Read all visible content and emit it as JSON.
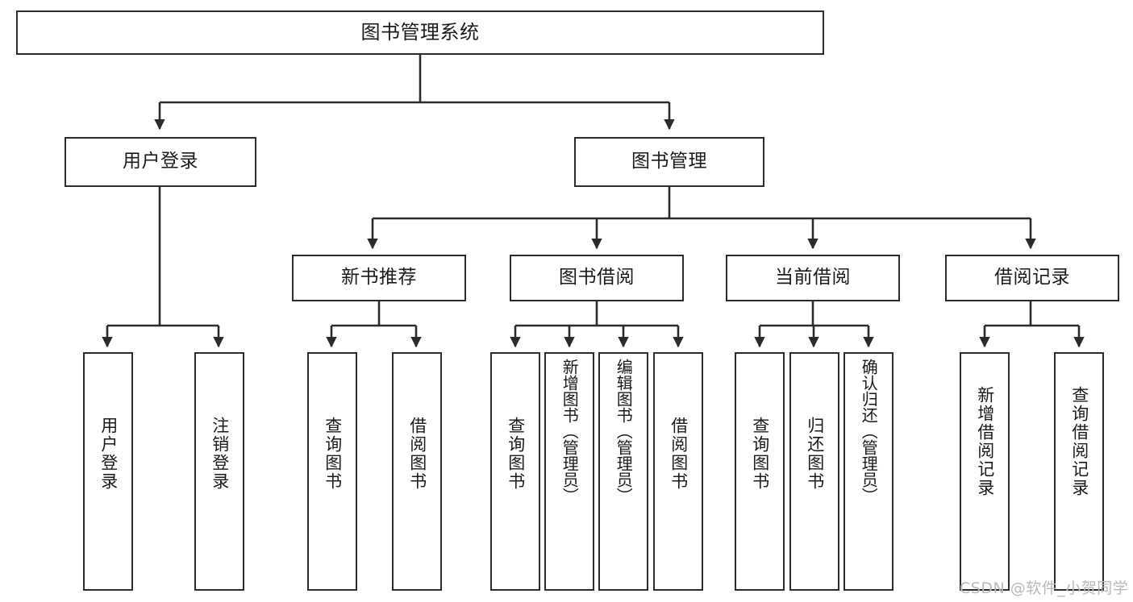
{
  "diagram": {
    "title": "图书管理系统",
    "type": "functional-structure-tree",
    "root": {
      "id": "root",
      "label": "图书管理系统"
    },
    "level2": [
      {
        "id": "user-login",
        "label": "用户登录"
      },
      {
        "id": "book-management",
        "label": "图书管理"
      }
    ],
    "level3": [
      {
        "id": "new-book-recommend",
        "label": "新书推荐",
        "parent": "book-management"
      },
      {
        "id": "book-borrow",
        "label": "图书借阅",
        "parent": "book-management"
      },
      {
        "id": "current-borrow",
        "label": "当前借阅",
        "parent": "book-management"
      },
      {
        "id": "borrow-record",
        "label": "借阅记录",
        "parent": "book-management"
      }
    ],
    "leaves": {
      "user_login": [
        {
          "id": "leaf-user-login",
          "label": "用户登录"
        },
        {
          "id": "leaf-user-logout",
          "label": "注销登录"
        }
      ],
      "new_book_recommend": [
        {
          "id": "leaf-query-book-1",
          "label": "查询图书"
        },
        {
          "id": "leaf-borrow-book-1",
          "label": "借阅图书"
        }
      ],
      "book_borrow": [
        {
          "id": "leaf-query-book-2",
          "label": "查询图书"
        },
        {
          "id": "leaf-add-book",
          "label": "新增图书（管理员）"
        },
        {
          "id": "leaf-edit-book",
          "label": "编辑图书（管理员）"
        },
        {
          "id": "leaf-borrow-book-2",
          "label": "借阅图书"
        }
      ],
      "current_borrow": [
        {
          "id": "leaf-query-book-3",
          "label": "查询图书"
        },
        {
          "id": "leaf-return-book",
          "label": "归还图书"
        },
        {
          "id": "leaf-confirm-return",
          "label": "确认归还（管理员）"
        }
      ],
      "borrow_record": [
        {
          "id": "leaf-add-record",
          "label": "新增借阅记录"
        },
        {
          "id": "leaf-query-record",
          "label": "查询借阅记录"
        }
      ]
    },
    "watermark": "CSDN @软件_小贺同学",
    "colors": {
      "stroke": "#2b2b2b",
      "fill": "#ffffff",
      "text": "#1a1a1a",
      "watermark": "#b9b9b9"
    }
  }
}
